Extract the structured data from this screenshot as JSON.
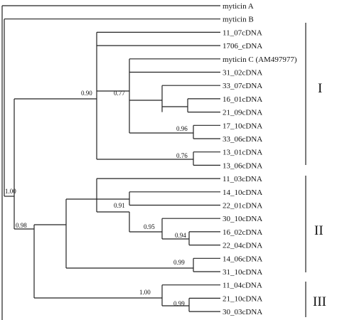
{
  "tree": {
    "leaves": [
      "myticin A",
      "myticin B",
      "11_07cDNA",
      "1706_cDNA",
      "myticin C (AM497977)",
      "31_02cDNA",
      "33_07cDNA",
      "16_01cDNA",
      "21_09cDNA",
      "17_10cDNA",
      "33_06cDNA",
      "13_01cDNA",
      "13_06cDNA",
      "11_03cDNA",
      "14_10cDNA",
      "22_01cDNA",
      "30_10cDNA",
      "16_02cDNA",
      "22_04cDNA",
      "14_06cDNA",
      "31_10cDNA",
      "11_04cDNA",
      "21_10cDNA",
      "30_03cDNA"
    ],
    "support_values": [
      "0.90",
      "0.77",
      "0.96",
      "0.76",
      "1.00",
      "0.98",
      "0.91",
      "0.95",
      "0.94",
      "0.99",
      "1.00",
      "0.99"
    ],
    "groups": [
      "I",
      "II",
      "III"
    ]
  }
}
